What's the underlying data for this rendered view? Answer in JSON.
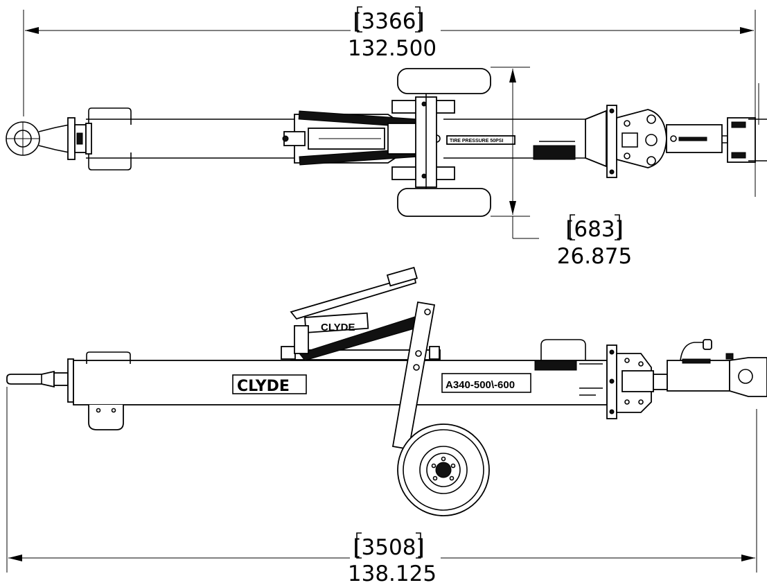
{
  "dimensions": {
    "overall_top": {
      "mm": "[3366]",
      "inch": "132.500"
    },
    "wheel_track": {
      "mm": "[683]",
      "inch": "26.875"
    },
    "overall_bottom": {
      "mm": "[3508]",
      "inch": "138.125"
    }
  },
  "labels": {
    "brand_plate": "CLYDE",
    "model_plate": "A340-500\\-600",
    "jack_brand": "CLYDE",
    "beam_decal": "TIRE PRESSURE 50PSI"
  }
}
